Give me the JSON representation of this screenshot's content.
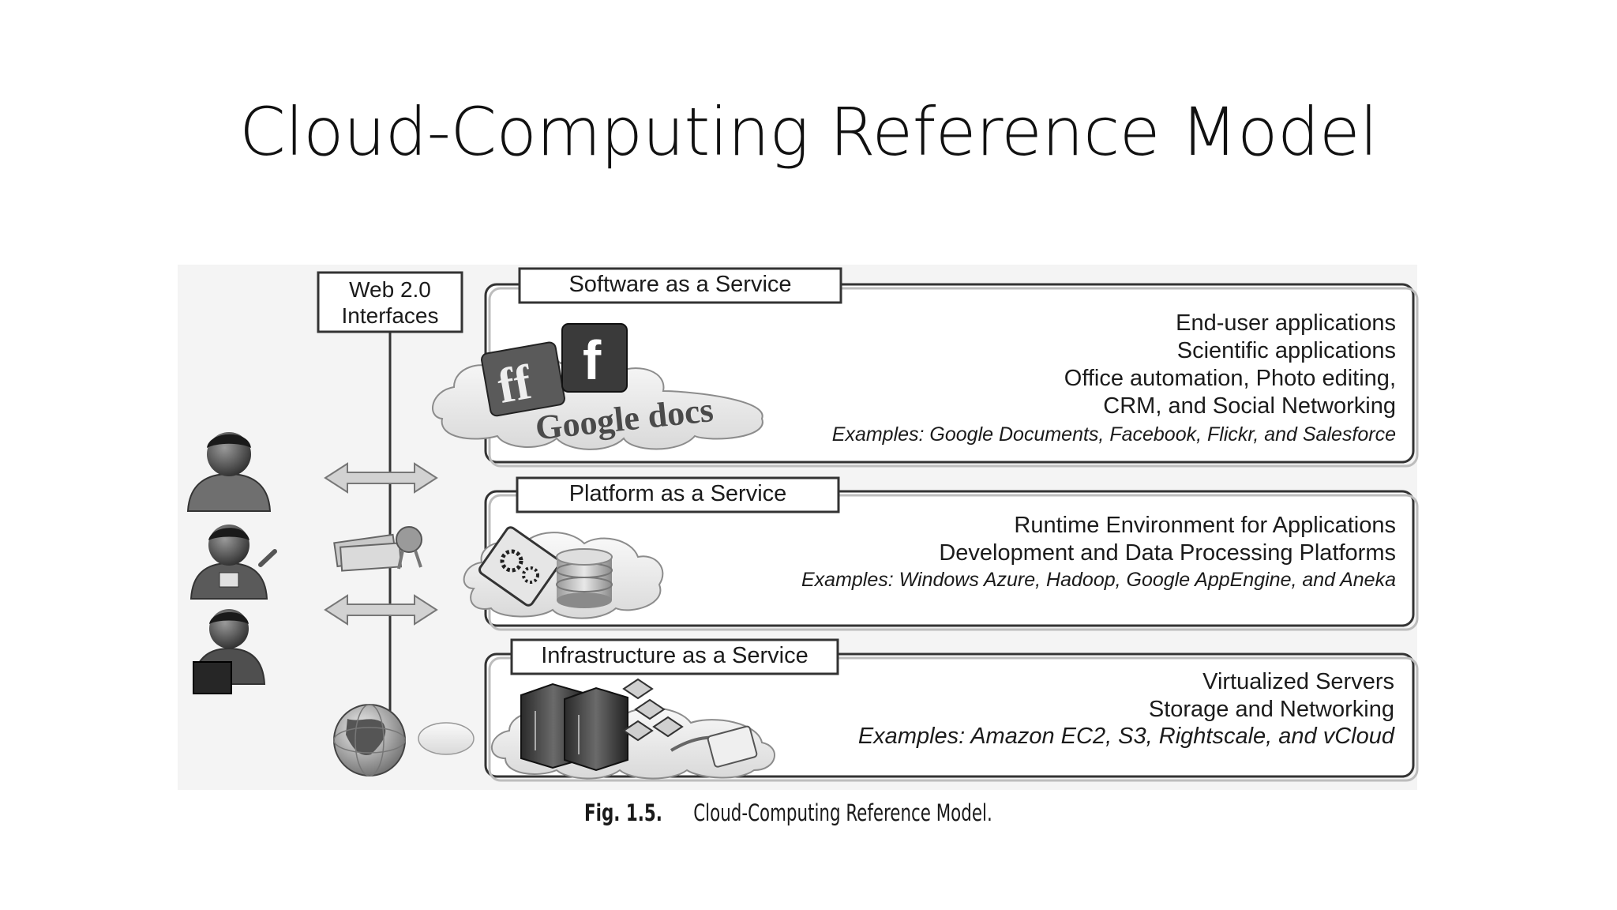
{
  "slide": {
    "title": "Cloud-Computing Reference Model"
  },
  "web_interfaces": {
    "label_line1": "Web 2.0",
    "label_line2": "Interfaces"
  },
  "layers": {
    "saas": {
      "tab": "Software as a Service",
      "lines": [
        "End-user applications",
        "Scientific applications",
        "Office automation, Photo editing,",
        "CRM, and Social Networking"
      ],
      "examples": "Examples: Google Documents, Facebook, Flickr, and Salesforce",
      "logo_text": "Google docs",
      "logo_letter": "f"
    },
    "paas": {
      "tab": "Platform as a Service",
      "lines": [
        "Runtime Environment for Applications",
        "Development and Data Processing Platforms"
      ],
      "examples": "Examples: Windows Azure, Hadoop, Google AppEngine, and Aneka"
    },
    "iaas": {
      "tab": "Infrastructure as a Service",
      "lines": [
        "Virtualized Servers",
        "Storage and Networking"
      ],
      "examples": "Examples: Amazon EC2, S3, Rightscale, and vCloud"
    }
  },
  "caption": {
    "number": "Fig. 1.5.",
    "text": "Cloud-Computing Reference Model."
  },
  "icons": {
    "users": [
      "user-icon",
      "user-icon",
      "user-icon"
    ],
    "arrows": [
      "double-arrow-icon",
      "double-arrow-icon"
    ],
    "money": "money-icon",
    "globe": "globe-icon",
    "gears": "gears-icon",
    "database": "database-icon",
    "servers": "server-icon"
  }
}
